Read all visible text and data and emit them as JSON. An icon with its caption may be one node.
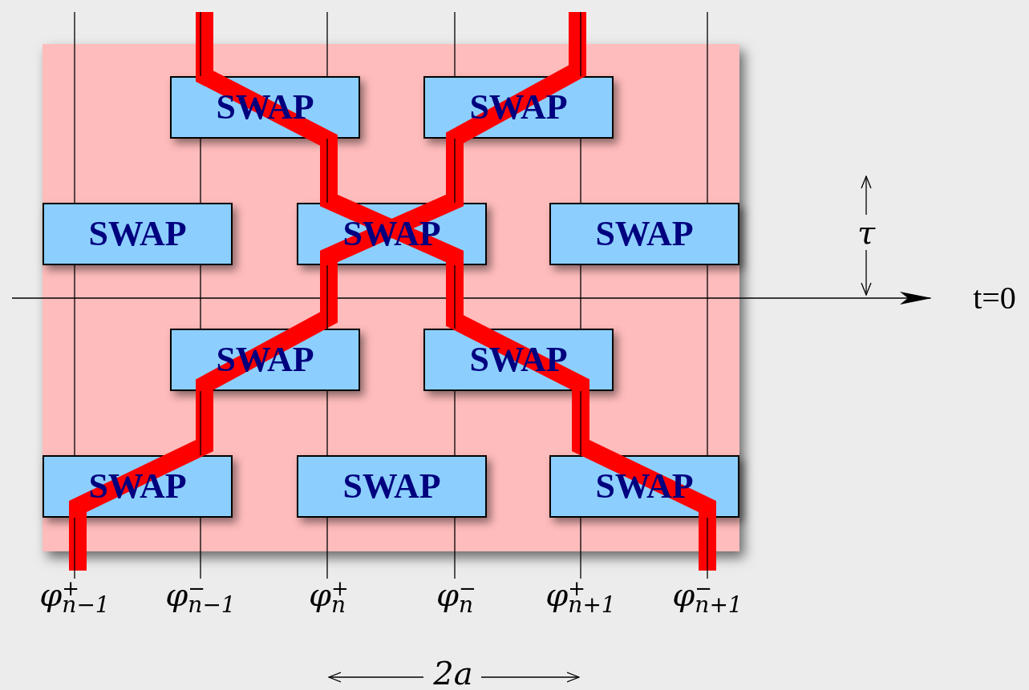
{
  "diagram": {
    "nodes": [
      {
        "text": [],
        "shape": "box"
      },
      {
        "text": [
          "SWAP"
        ],
        "in": 0
      },
      {
        "text": [
          "SWAP"
        ],
        "in": 0
      },
      {
        "text": [
          "SWAP"
        ],
        "in": 0
      },
      {
        "text": [
          "SWAP"
        ],
        "in": 0
      },
      {
        "text": [
          "SWAP"
        ],
        "in": 0
      },
      {
        "text": [
          "SWAP"
        ],
        "in": 0
      },
      {
        "text": [
          "SWAP"
        ],
        "in": 0
      },
      {
        "text": [
          "SWAP"
        ],
        "in": 0
      },
      {
        "text": [
          "SWAP"
        ],
        "in": 0
      },
      {
        "text": [
          "SWAP"
        ],
        "in": 0
      },
      {
        "text": [
          "φ$^{+}$$_{n−1}$"
        ]
      },
      {
        "text": [
          "φ$^{−}$$_{n−1}$"
        ]
      },
      {
        "text": [
          "φ$^{+}$$_{n}$"
        ]
      },
      {
        "text": [
          "φ$^{−}$$_{n}$"
        ]
      },
      {
        "text": [
          "φ$^{+}$$_{n+1}$"
        ]
      },
      {
        "text": [
          "φ$^{−}$$_{n+1}$"
        ]
      }
    ],
    "edges": [
      {
        "from": null,
        "to": 3,
        "arrow": "none"
      },
      {
        "from": 3,
        "to": 8,
        "arrow": "none"
      },
      {
        "from": 8,
        "to": 11,
        "arrow": "none"
      },
      {
        "from": null,
        "to": 1,
        "arrow": "none"
      },
      {
        "from": 1,
        "to": 3,
        "arrow": "none"
      },
      {
        "from": 3,
        "to": 6,
        "arrow": "none"
      },
      {
        "from": 6,
        "to": 8,
        "arrow": "none"
      },
      {
        "from": 8,
        "to": 12,
        "arrow": "none"
      },
      {
        "from": null,
        "to": 1,
        "arrow": "none"
      },
      {
        "from": 1,
        "to": 4,
        "arrow": "none"
      },
      {
        "from": 4,
        "to": 6,
        "arrow": "none"
      },
      {
        "from": 6,
        "to": 9,
        "arrow": "none"
      },
      {
        "from": 9,
        "to": 13,
        "arrow": "none"
      },
      {
        "from": null,
        "to": 2,
        "arrow": "none"
      },
      {
        "from": 2,
        "to": 4,
        "arrow": "none"
      },
      {
        "from": 4,
        "to": 7,
        "arrow": "none"
      },
      {
        "from": 7,
        "to": 9,
        "arrow": "none"
      },
      {
        "from": 9,
        "to": 14,
        "arrow": "none"
      },
      {
        "from": null,
        "to": 2,
        "arrow": "none"
      },
      {
        "from": 2,
        "to": 5,
        "arrow": "none"
      },
      {
        "from": 5,
        "to": 7,
        "arrow": "none"
      },
      {
        "from": 7,
        "to": 10,
        "arrow": "none"
      },
      {
        "from": 10,
        "to": 15,
        "arrow": "none"
      },
      {
        "from": null,
        "to": 5,
        "arrow": "none"
      },
      {
        "from": 5,
        "to": 10,
        "arrow": "none"
      },
      {
        "from": 10,
        "to": 16,
        "arrow": "none"
      }
    ],
    "labels": [
      "τ",
      "t=0",
      "2a"
    ]
  }
}
